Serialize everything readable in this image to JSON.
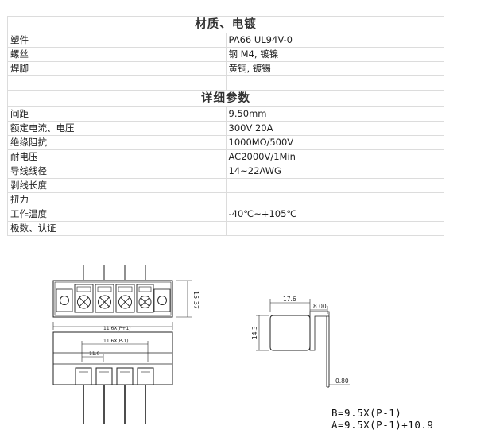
{
  "section_materials": {
    "title": "材质、电镀",
    "rows": [
      {
        "label": "塑件",
        "value": "PA66 UL94V-0"
      },
      {
        "label": "螺丝",
        "value": "钢  M4, 镀镍"
      },
      {
        "label": "焊脚",
        "value": "黄铜, 镀锡"
      },
      {
        "label": "",
        "value": ""
      }
    ]
  },
  "section_details": {
    "title": "详细参数",
    "rows": [
      {
        "label": "间距",
        "value": "9.50mm"
      },
      {
        "label": "额定电流、电压",
        "value": "300V  20A"
      },
      {
        "label": "绝缘阻抗",
        "value": "1000MΩ/500V"
      },
      {
        "label": "耐电压",
        "value": "AC2000V/1Min"
      },
      {
        "label": "导线线径",
        "value": "14~22AWG"
      },
      {
        "label": "剥线长度",
        "value": ""
      },
      {
        "label": "扭力",
        "value": ""
      },
      {
        "label": "工作温度",
        "value": "-40℃~+105℃"
      },
      {
        "label": "极数、认证",
        "value": ""
      }
    ]
  },
  "drawing": {
    "dim_height_top": "15.37",
    "dim_overall_width": "11.6X(P+1)",
    "dim_inner_width": "11.6X(P-1)",
    "dim_pitch": "11.0",
    "dim_side_width": "17.6",
    "dim_side_height": "14.3",
    "dim_side_top": "8.00",
    "dim_pin": "0.80",
    "formula_b": "B=9.5X(P-1)",
    "formula_a": "A=9.5X(P-1)+10.9"
  }
}
